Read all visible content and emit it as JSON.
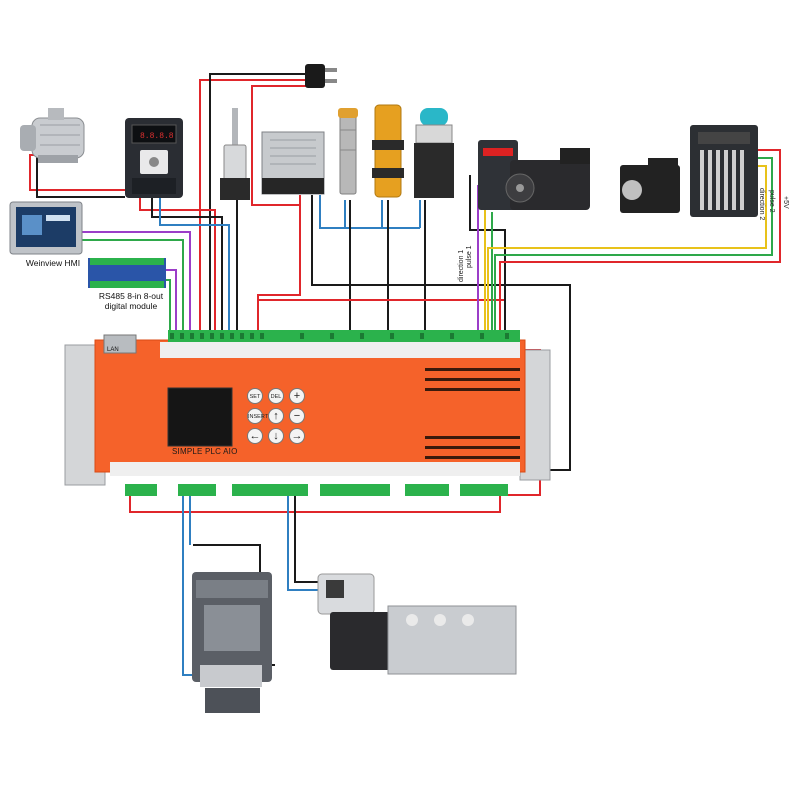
{
  "labels": {
    "hmi": "Weinview HMI",
    "rs485_line1": "RS485 8-in 8-out",
    "rs485_line2": "digital module",
    "plc_title": "SIMPLE PLC AIO",
    "lan": "LAN",
    "direction1": "direction 1",
    "pulse1": "pulse 1",
    "direction2": "direction 2",
    "pulse2": "pulse 2",
    "plus5v": "+5V"
  },
  "plc_keys": {
    "set": "SET",
    "del": "DEL",
    "insert": "INSERT",
    "up": "↑",
    "down": "↓",
    "left": "←",
    "right": "→",
    "plus": "+",
    "minus": "−"
  },
  "colors": {
    "plc_body": "#f5622a",
    "plc_border": "#d94b14",
    "wire_red": "#e0262b",
    "wire_black": "#1a1a1a",
    "wire_blue": "#2f7fc1",
    "wire_purple": "#9b3dc8",
    "wire_green": "#2ea84a",
    "wire_yellow": "#e8c21a",
    "terminal_green": "#2bb24c"
  }
}
